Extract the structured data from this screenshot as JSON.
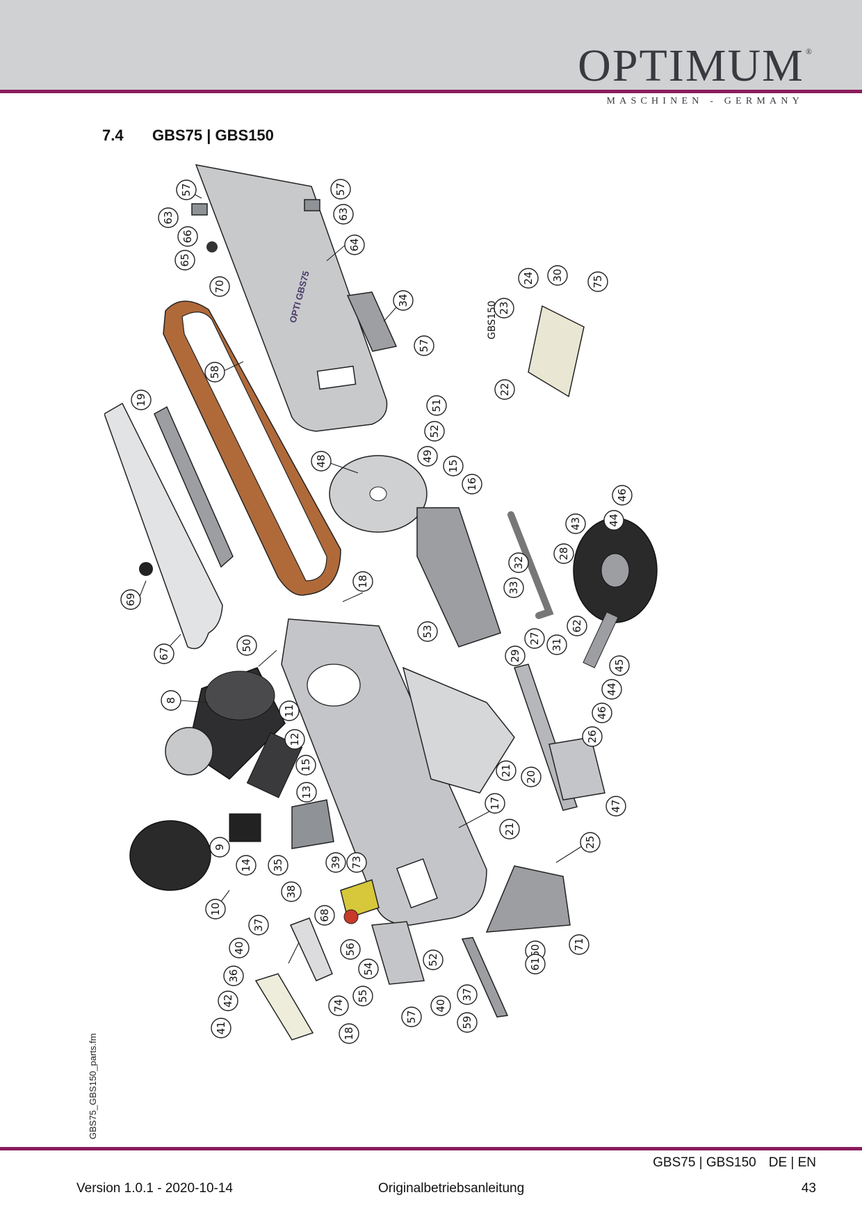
{
  "header": {
    "logo": "OPTIMUM",
    "logo_mark": "®",
    "tagline": "MASCHINEN - GERMANY"
  },
  "section": {
    "number": "7.4",
    "title": "GBS75 | GBS150"
  },
  "side_label": "GBS75_GBS150_parts.fm",
  "drawing": {
    "variant_label": "GBS150",
    "guard_print": "OPTI GBS75",
    "callouts": [
      "57",
      "63",
      "66",
      "65",
      "70",
      "64",
      "57",
      "63",
      "34",
      "57",
      "58",
      "19",
      "48",
      "51",
      "52",
      "49",
      "15",
      "16",
      "69",
      "67",
      "18",
      "53",
      "24",
      "30",
      "75",
      "23",
      "22",
      "46",
      "44",
      "43",
      "32",
      "28",
      "33",
      "29",
      "27",
      "31",
      "62",
      "45",
      "44",
      "46",
      "26",
      "50",
      "8",
      "11",
      "12",
      "15",
      "13",
      "9",
      "14",
      "35",
      "39",
      "73",
      "10",
      "38",
      "68",
      "17",
      "21",
      "20",
      "21",
      "25",
      "47",
      "37",
      "40",
      "36",
      "42",
      "41",
      "74",
      "56",
      "54",
      "55",
      "18",
      "57",
      "52",
      "40",
      "37",
      "59",
      "60",
      "61",
      "71"
    ]
  },
  "footer": {
    "model": "GBS75 | GBS150",
    "languages": "DE | EN",
    "version": "Version 1.0.1 - 2020-10-14",
    "doc_type": "Originalbetriebsanleitung",
    "page": "43"
  },
  "colors": {
    "accent_rule": "#8a1c5c",
    "header_band": "#d0d1d3",
    "belt": "#b06a3a"
  }
}
